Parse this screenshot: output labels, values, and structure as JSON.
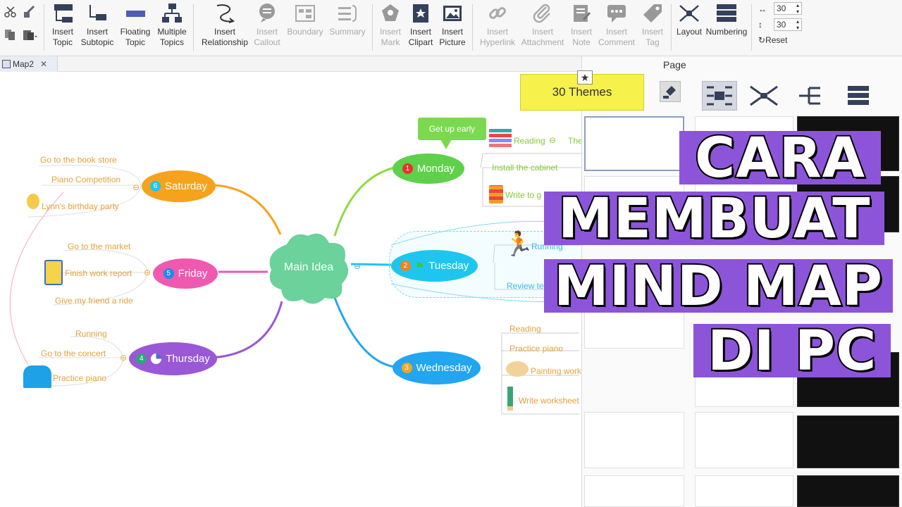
{
  "toolbar": {
    "insert_topic": "Insert\nTopic",
    "insert_subtopic": "Insert\nSubtopic",
    "floating_topic": "Floating\nTopic",
    "multiple_topics": "Multiple\nTopics",
    "insert_relationship": "Insert\nRelationship",
    "insert_callout": "Insert\nCallout",
    "boundary": "Boundary",
    "summary": "Summary",
    "insert_mark": "Insert\nMark",
    "insert_clipart": "Insert\nClipart",
    "insert_picture": "Insert\nPicture",
    "insert_hyperlink": "Insert\nHyperlink",
    "insert_attachment": "Insert\nAttachment",
    "insert_note": "Insert\nNote",
    "insert_comment": "Insert\nComment",
    "insert_tag": "Insert\nTag",
    "layout": "Layout",
    "numbering": "Numbering",
    "spacing_h": "30",
    "spacing_v": "30",
    "reset": "Reset"
  },
  "tab": {
    "label": "Map2",
    "close": "✕"
  },
  "panel": {
    "title": "Page",
    "themes_button": "30 Themes",
    "star": "★"
  },
  "map": {
    "main": "Main Idea",
    "monday": {
      "num": "1",
      "label": "Monday",
      "callout": "Get up early",
      "leaves": [
        "Reading",
        "Install the cabinet",
        "Write to g"
      ],
      "extra": "The"
    },
    "tuesday": {
      "num": "2",
      "label": "Tuesday",
      "leaves": [
        "Running",
        "Review te"
      ]
    },
    "wednesday": {
      "num": "3",
      "label": "Wednesday",
      "leaves": [
        "Reading",
        "Practice piano",
        "Painting work",
        "Write worksheet"
      ]
    },
    "thursday": {
      "num": "4",
      "label": "Thursday",
      "leaves": [
        "Running",
        "Go to the concert",
        "Practice piano"
      ]
    },
    "friday": {
      "num": "5",
      "label": "Friday",
      "leaves": [
        "Go to the market",
        "Finish work report",
        "Give my friend a ride"
      ]
    },
    "saturday": {
      "num": "6",
      "label": "Saturday",
      "leaves": [
        "Go to the book store",
        "Piano Competition",
        "Lynn's birthday party"
      ]
    }
  },
  "overlay": {
    "line1": "CARA",
    "line2": "MEMBUAT",
    "line3": "MIND MAP",
    "line4": "DI PC"
  },
  "colors": {
    "monday": "#5ed04a",
    "tuesday": "#1ec6ef",
    "wednesday": "#22a6f0",
    "thursday": "#9a57d6",
    "friday": "#f059b0",
    "saturday": "#f6a21d",
    "main": "#6ad29a",
    "overlay": "#8c55d9",
    "themes": "#f6f14b"
  }
}
